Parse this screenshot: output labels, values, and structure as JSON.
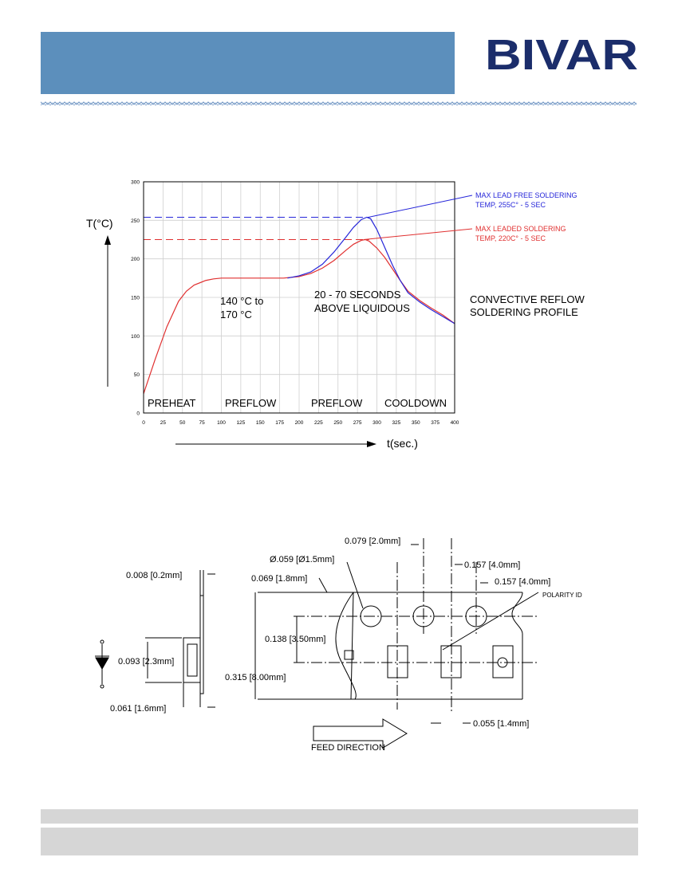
{
  "header": {
    "brand": "BIVAR",
    "brand_color": "#1b2d6b",
    "band_color": "#5c8fbc"
  },
  "chart_data": {
    "type": "line",
    "title": "CONVECTIVE REFLOW SOLDERING PROFILE",
    "title_lines": [
      "CONVECTIVE REFLOW",
      "SOLDERING PROFILE"
    ],
    "xlabel": "t(sec.)",
    "ylabel": "T(°C)",
    "xlim": [
      0,
      400
    ],
    "ylim": [
      0,
      300
    ],
    "x_ticks": [
      0,
      25,
      50,
      75,
      100,
      125,
      150,
      175,
      200,
      225,
      250,
      275,
      300,
      325,
      350,
      375,
      400
    ],
    "y_ticks": [
      0,
      50,
      100,
      150,
      200,
      250,
      300
    ],
    "grid": true,
    "series": [
      {
        "color": "#e03030",
        "x": [
          0,
          15,
          30,
          45,
          55,
          65,
          80,
          90,
          100,
          120,
          150,
          180,
          200,
          215,
          230,
          245,
          260,
          270,
          280,
          285,
          290,
          300,
          310,
          320,
          330,
          340,
          355,
          370,
          385,
          400
        ],
        "y": [
          25,
          70,
          112,
          145,
          158,
          166,
          172,
          174,
          175,
          175,
          175,
          175,
          177,
          181,
          188,
          198,
          211,
          219,
          224,
          225,
          223,
          214,
          202,
          187,
          172,
          158,
          146,
          136,
          127,
          116
        ]
      },
      {
        "color": "#2626d9",
        "x": [
          185,
          200,
          215,
          230,
          245,
          260,
          270,
          280,
          287,
          292,
          300,
          310,
          320,
          330,
          340,
          355,
          370,
          385,
          400
        ],
        "y": [
          175,
          178,
          183,
          193,
          209,
          228,
          241,
          251,
          254,
          252,
          238,
          215,
          192,
          172,
          156,
          144,
          134,
          125,
          116
        ]
      }
    ],
    "reference_lines": [
      {
        "y": 254,
        "color": "#2626d9"
      },
      {
        "y": 225,
        "color": "#e03030"
      }
    ],
    "annotations": {
      "lead_free": {
        "lines": [
          "MAX LEAD FREE SOLDERING",
          "TEMP, 255C° - 5 SEC"
        ],
        "color": "#2626d9",
        "at": [
          289,
          254
        ]
      },
      "leaded": {
        "lines": [
          "MAX LEADED SOLDERING",
          "TEMP, 220C° - 5 SEC"
        ],
        "color": "#e03030",
        "at": [
          283,
          225
        ]
      },
      "preheat_range": [
        "140 °C to",
        "170 °C"
      ],
      "liquidous": [
        "20 - 70 SECONDS",
        "ABOVE LIQUIDOUS"
      ]
    },
    "zones": [
      "PREHEAT",
      "PREFLOW",
      "PREFLOW",
      "COOLDOWN"
    ]
  },
  "tape_drawing": {
    "dims": {
      "pitch_small": "0.079 [2.0mm]",
      "hole_dia": "Ø.059 [Ø1.5mm]",
      "pitch_a": "0.157 [4.0mm]",
      "pitch_b": "0.157 [4.0mm]",
      "thickness": "0.008 [0.2mm]",
      "edge": "0.069 [1.8mm]",
      "polarity": "POLARITY ID",
      "center": "0.138 [3.50mm]",
      "height": "0.093 [2.3mm]",
      "width": "0.315 [8.00mm]",
      "depth": "0.061 [1.6mm]",
      "pocket": "0.055 [1.4mm]"
    },
    "feed_direction": "FEED DIRECTION"
  },
  "footer": {
    "color": "#d6d6d6"
  }
}
